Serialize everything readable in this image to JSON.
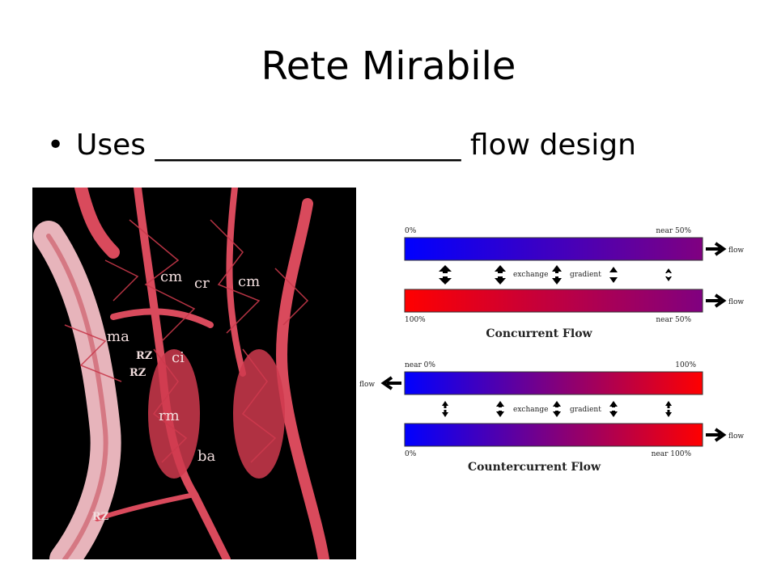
{
  "slide": {
    "title": "Rete Mirabile",
    "bullet": "Uses _____________________ flow design"
  },
  "photo": {
    "labels": [
      "cm",
      "cr",
      "cm",
      "ma",
      "RZ",
      "ci",
      "RZ",
      "rm",
      "ba",
      "RZ"
    ]
  },
  "diagram": {
    "concurrent": {
      "top_left": "0%",
      "top_right": "near 50%",
      "bottom_left": "100%",
      "bottom_right": "near 50%",
      "flow_label_1": "flow",
      "flow_label_2": "flow",
      "exchange": "exchange",
      "gradient": "gradient",
      "caption": "Concurrent Flow"
    },
    "countercurrent": {
      "top_left": "near 0%",
      "top_right": "100%",
      "bottom_left": "0%",
      "bottom_right": "near 100%",
      "flow_label_1": "flow",
      "flow_label_2": "flow",
      "exchange": "exchange",
      "gradient": "gradient",
      "caption": "Countercurrent Flow"
    }
  },
  "colors": {
    "blue": "#0000ff",
    "red": "#ff0000",
    "purple": "#800080",
    "vessel": "#d9485a"
  }
}
